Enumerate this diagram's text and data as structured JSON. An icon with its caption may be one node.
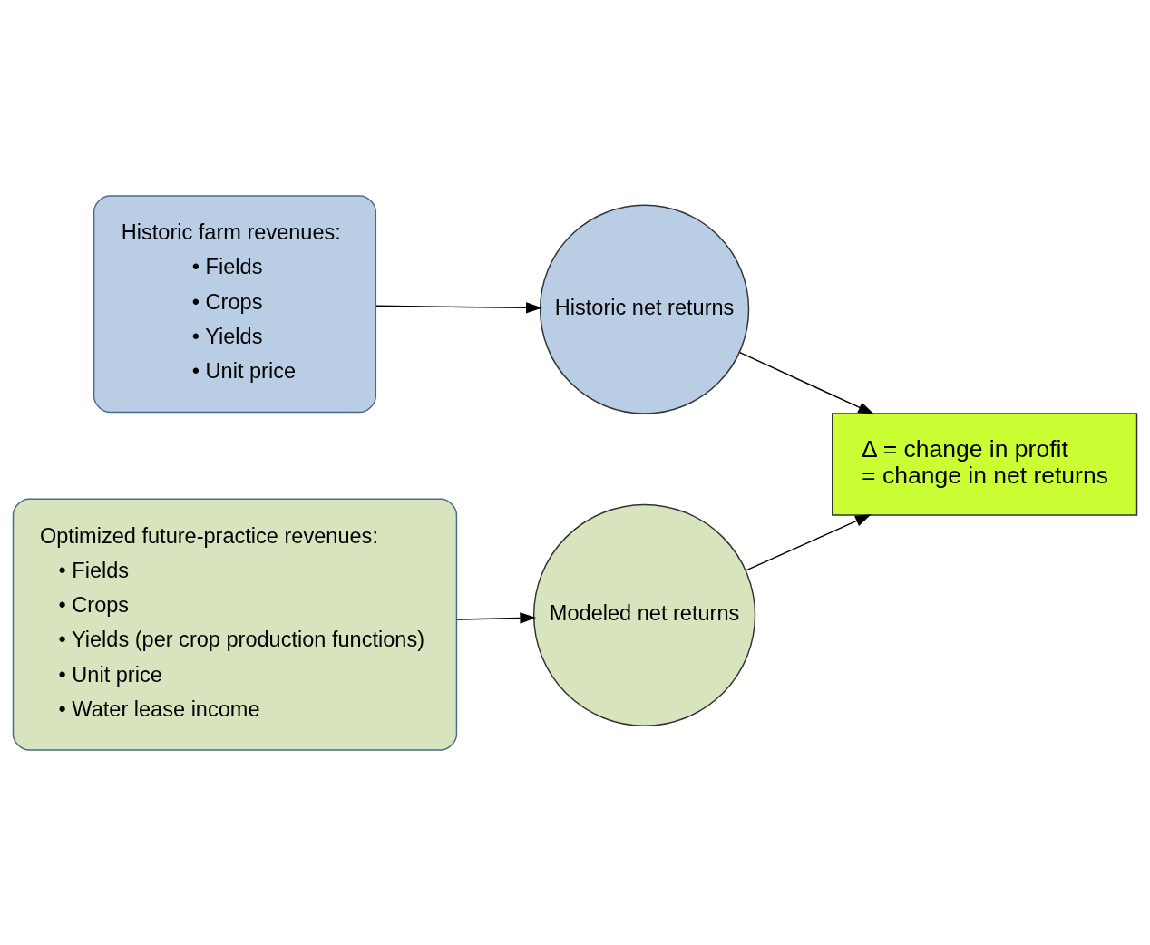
{
  "diagram": {
    "nodes": [
      {
        "text": [
          "Historic farm revenues:",
          "• Fields",
          "• Crops",
          "• Yields",
          "• Unit price"
        ]
      },
      {
        "text": [
          "Historic net returns"
        ]
      },
      {
        "text": [
          "Δ = change in profit",
          "= change in net returns"
        ]
      },
      {
        "text": [
          "Optimized future-practice revenues:",
          "• Fields",
          "• Crops",
          "• Yields (per crop production functions)",
          "• Unit price",
          "• Water lease income"
        ]
      },
      {
        "text": [
          "Modeled net returns"
        ]
      }
    ],
    "edges": [
      {
        "from": 0,
        "to": 1,
        "arrow": "to"
      },
      {
        "from": 1,
        "to": 2,
        "arrow": "to"
      },
      {
        "from": 4,
        "to": 2,
        "arrow": "to"
      },
      {
        "from": 3,
        "to": 4,
        "arrow": "to"
      }
    ]
  }
}
